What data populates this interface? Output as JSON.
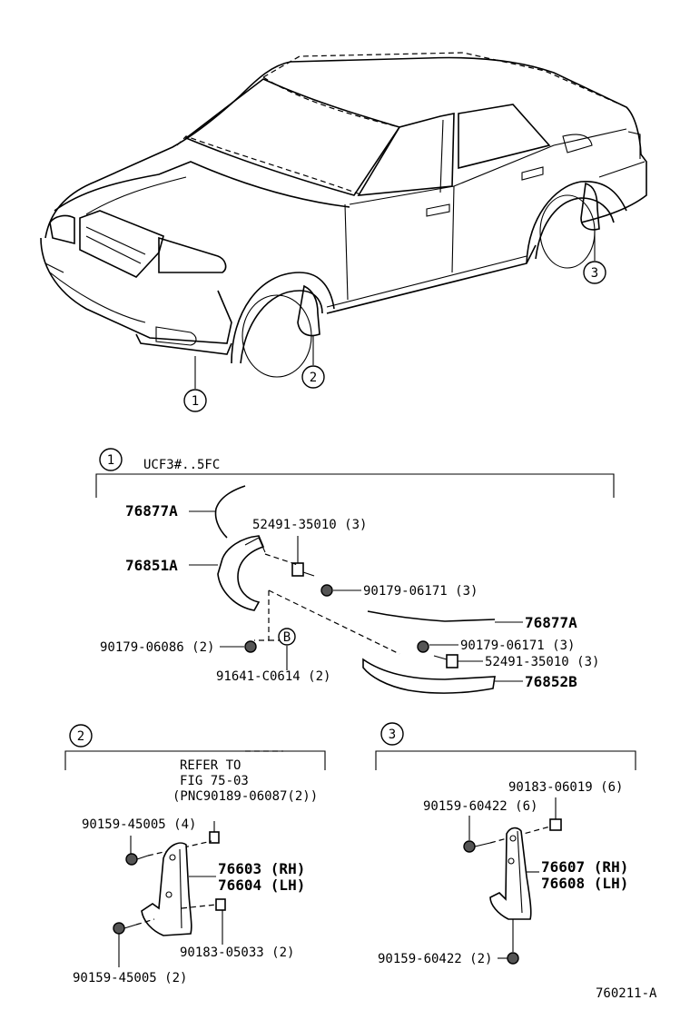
{
  "callouts": {
    "c1": "1",
    "c2": "2",
    "c3": "3",
    "b": "B"
  },
  "section1": {
    "title": "UCF3#..5FC",
    "parts": {
      "p76877A_top": "76877A",
      "p76851A": "76851A",
      "p52491_top": "52491-35010 (3)",
      "p90179_top": "90179-06171 (3)",
      "p76877A_right": "76877A",
      "p90179_06086": "90179-06086 (2)",
      "p90179_right": "90179-06171 (3)",
      "p52491_right": "52491-35010 (3)",
      "p91641": "91641-C0614 (2)",
      "p76852B": "76852B"
    }
  },
  "section2": {
    "refer": [
      "REFER TO",
      "FIG 75-03",
      "(PNC90189-06087(2))"
    ],
    "parts": {
      "p90159_top": "90159-45005 (4)",
      "p76603": "76603 (RH)",
      "p76604": "76604 (LH)",
      "p90183": "90183-05033 (2)",
      "p90159_bottom": "90159-45005 (2)"
    }
  },
  "section3": {
    "parts": {
      "p90183": "90183-06019 (6)",
      "p90159_top": "90159-60422 (6)",
      "p76607": "76607 (RH)",
      "p76608": "76608 (LH)",
      "p90159_bottom": "90159-60422 (2)"
    }
  },
  "figure_id": "760211-A"
}
